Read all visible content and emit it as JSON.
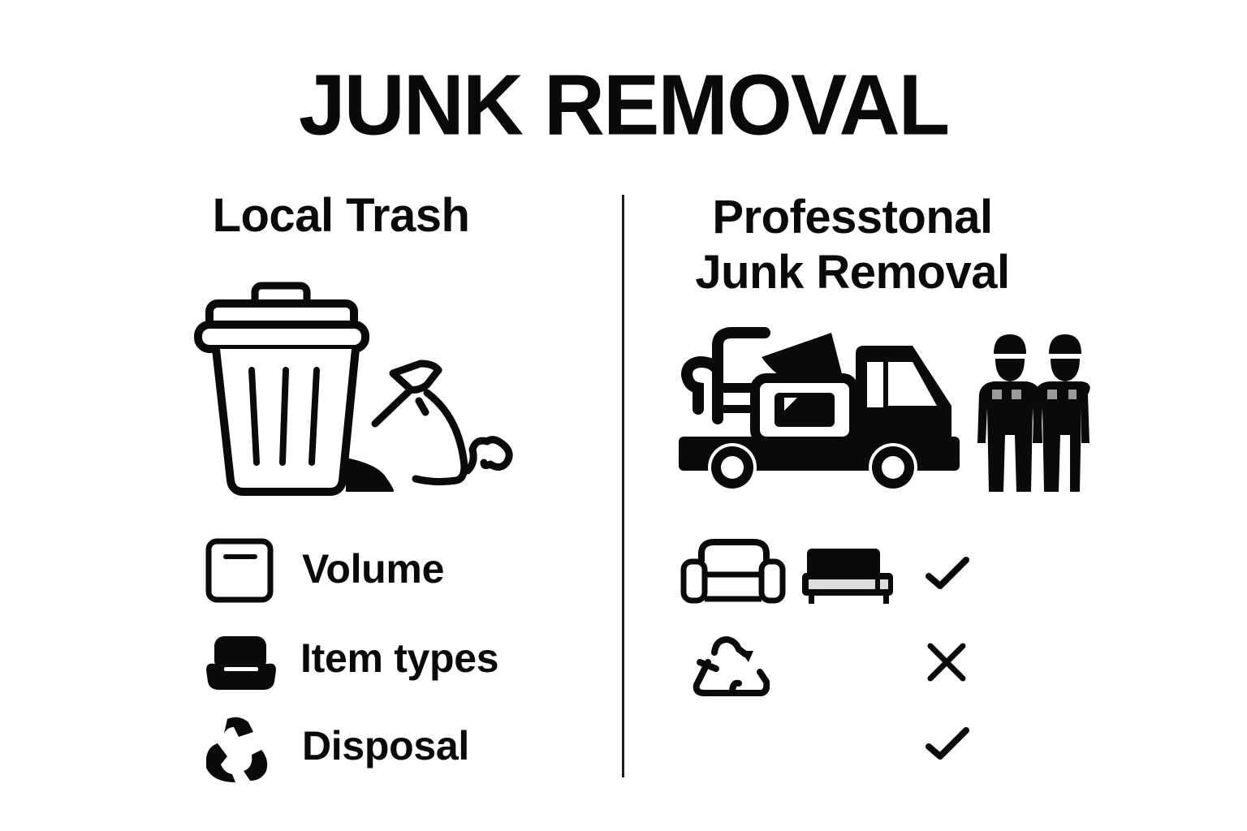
{
  "title": "JUNK REMOVAL",
  "left_column": {
    "heading": "Local Trash",
    "illustration": "trash-can-with-garbage-bag",
    "rows": [
      {
        "icon": "square-box-icon",
        "label": "Volume"
      },
      {
        "icon": "armchair-icon",
        "label": "Item types"
      },
      {
        "icon": "recycle-icon",
        "label": "Disposal"
      }
    ]
  },
  "right_column": {
    "heading_line1": "Professtonal",
    "heading_line2": "Junk Removal",
    "illustration": "truck-with-furniture-and-two-workers",
    "rows": [
      {
        "icons": [
          "armchair-outline-icon",
          "sofa-icon"
        ],
        "status": "check",
        "status_glyph": "✓"
      },
      {
        "icons": [
          "recycle-outline-icon"
        ],
        "status": "cross",
        "status_glyph": "✕"
      },
      {
        "icons": [],
        "status": "check",
        "status_glyph": "✓"
      }
    ]
  },
  "colors": {
    "ink": "#0a0a0a",
    "background": "#ffffff",
    "badge_gray": "#9a9a9a",
    "cushion_gray": "#dcdcdc"
  }
}
